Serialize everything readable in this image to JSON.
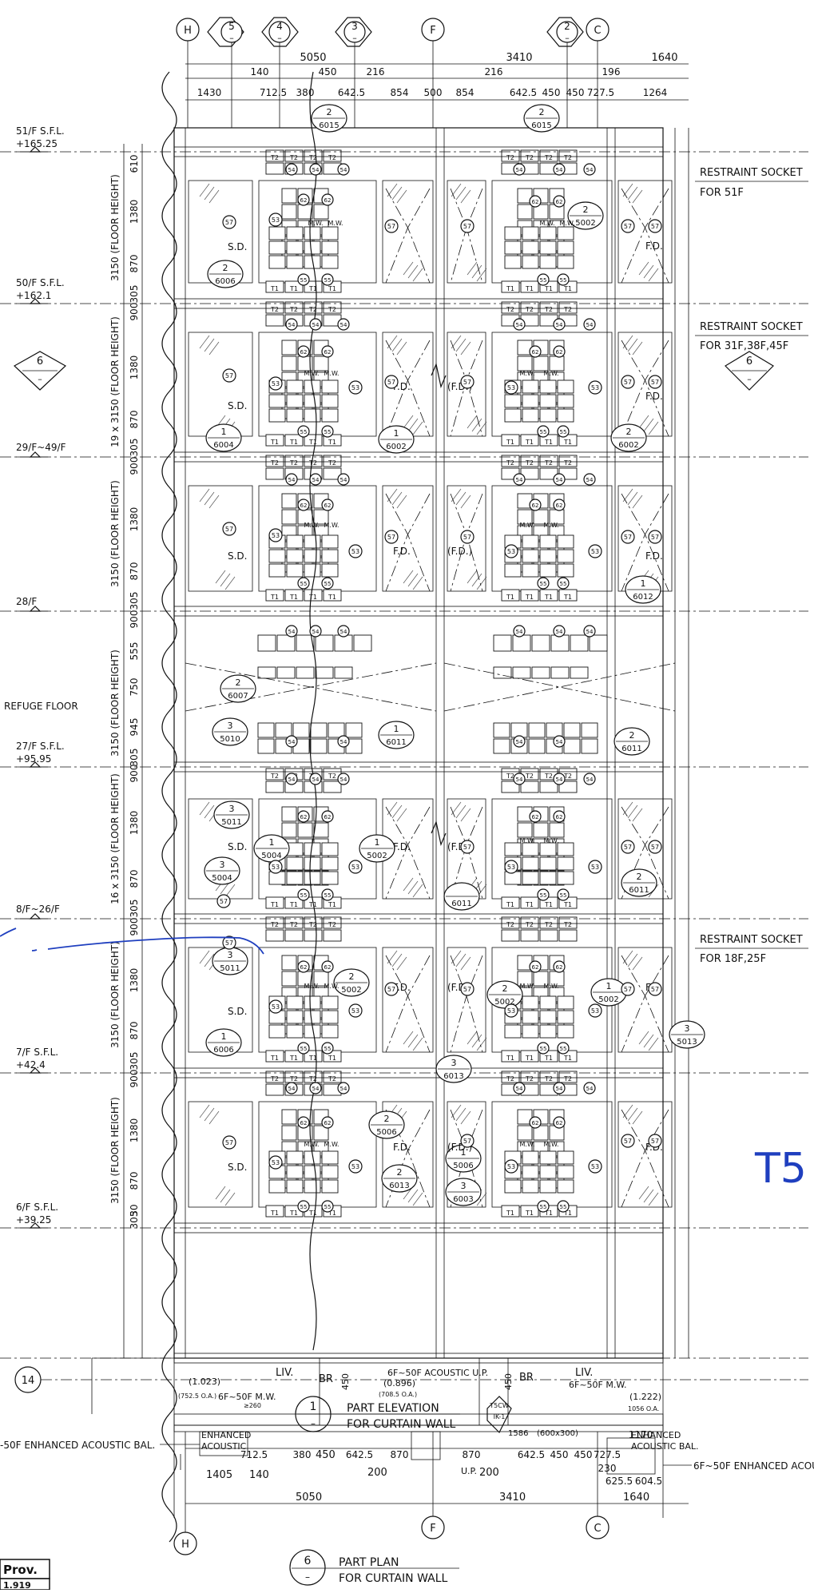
{
  "grid": {
    "top": [
      {
        "id": "grid-h-top",
        "label": "H"
      },
      {
        "id": "grid-5",
        "label": "5",
        "sub": "–"
      },
      {
        "id": "grid-4",
        "label": "4",
        "sub": "–"
      },
      {
        "id": "grid-3",
        "label": "3",
        "sub": "–"
      },
      {
        "id": "grid-f-top",
        "label": "F"
      },
      {
        "id": "grid-2",
        "label": "2",
        "sub": "–"
      },
      {
        "id": "grid-c-top",
        "label": "C"
      }
    ],
    "bottom": [
      {
        "id": "grid-h-bottom",
        "label": "H"
      },
      {
        "id": "grid-f-bottom",
        "label": "F"
      },
      {
        "id": "grid-c-bottom",
        "label": "C"
      }
    ],
    "row": {
      "label": "14"
    }
  },
  "dims": {
    "top_overall": [
      "5050",
      "3410",
      "1640"
    ],
    "top_row2": [
      "140",
      "450",
      "216",
      "216",
      "196"
    ],
    "top_row3": [
      "1430",
      "712.5",
      "380",
      "642.5",
      "854",
      "500",
      "854",
      "642.5",
      "450",
      "450",
      "727.5",
      "1264"
    ],
    "vertical": [
      "610",
      "1380",
      "870",
      "305",
      "900",
      "1380",
      "870",
      "305",
      "900",
      "1380",
      "870",
      "305",
      "900",
      "555",
      "750",
      "945",
      "305",
      "900",
      "1380",
      "870",
      "305",
      "900",
      "1380",
      "870",
      "305",
      "900",
      "1380",
      "870",
      "30",
      "305"
    ],
    "floor_heights": [
      "3150 (FLOOR HEIGHT)",
      "19 x 3150 (FLOOR HEIGHT)",
      "3150 (FLOOR HEIGHT)",
      "3150 (FLOOR HEIGHT)",
      "16 x 3150 (FLOOR HEIGHT)",
      "3150 (FLOOR HEIGHT)",
      "3150 (FLOOR HEIGHT)"
    ],
    "plan_bottom": [
      "1405",
      "140",
      "450",
      "200",
      "200",
      "5050",
      "3410",
      "1640"
    ],
    "plan_row": [
      "712.5",
      "380",
      "642.5",
      "870",
      "870",
      "642.5",
      "450",
      "450",
      "727.5",
      "230",
      "625.5",
      "604.5",
      "1170"
    ]
  },
  "levels": [
    {
      "id": "level-51f",
      "line1": "51/F S.F.L.",
      "line2": "+165.25"
    },
    {
      "id": "level-50f",
      "line1": "50/F S.F.L.",
      "line2": "+162.1"
    },
    {
      "id": "level-29-49f",
      "line1": "29/F~49/F",
      "line2": ""
    },
    {
      "id": "level-28f",
      "line1": "28/F",
      "line2": ""
    },
    {
      "id": "level-refuge",
      "line0": "REFUGE FLOOR",
      "line1": "27/F S.F.L.",
      "line2": "+95.95"
    },
    {
      "id": "level-8-26f",
      "line1": "8/F~26/F",
      "line2": ""
    },
    {
      "id": "level-7f",
      "line1": "7/F S.F.L.",
      "line2": "+42.4"
    },
    {
      "id": "level-6f",
      "line1": "6/F S.F.L.",
      "line2": "+39.25"
    }
  ],
  "notes": {
    "restraint_1": [
      "RESTRAINT SOCKET",
      "FOR 51F"
    ],
    "restraint_2": [
      "RESTRAINT SOCKET",
      "FOR 31F,38F,45F"
    ],
    "restraint_3": [
      "RESTRAINT SOCKET",
      "FOR 18F,25F"
    ],
    "left_plan": "-50F ENHANCED ACOUSTIC BAL.",
    "right_plan": "6F~50F ENHANCED ACOU",
    "plan_liv1": "LIV.",
    "plan_liv2": "LIV.",
    "plan_br1": "BR",
    "plan_br2": "BR",
    "plan_acoustic_up": "6F~50F ACOUSTIC U.P.",
    "plan_mw1": "6F~50F M.W.",
    "plan_mw2": "6F~50F M.W.",
    "plan_1023": "(1.023)",
    "plan_7525": "(752.5 O.A.)",
    "plan_260": "≥260",
    "plan_0896": "(0.896)",
    "plan_7085": "(708.5 O.A.)",
    "plan_1222": "(1.222)",
    "plan_1056": "1056 O.A.",
    "plan_enh_left": [
      "ENHANCED",
      "ACOUSTIC"
    ],
    "plan_enh_right": [
      "ENHANCED",
      "ACOUSTIC BAL."
    ],
    "plan_up": "U.P.",
    "plan_1586": "1586",
    "plan_600": "(600x300)",
    "plan_450": "450"
  },
  "tags": {
    "sd": "S.D.",
    "fd": "F.D.",
    "fd_paren": "(F.D.)",
    "mw": "M.W.",
    "t1": "T1",
    "t2": "T2",
    "c57": "57",
    "c53": "53",
    "c54": "54",
    "c55": "55",
    "c62": "62"
  },
  "callouts": [
    {
      "id": "callout-6015-a",
      "top": "2",
      "bottom": "6015"
    },
    {
      "id": "callout-6015-b",
      "top": "2",
      "bottom": "6015"
    },
    {
      "id": "callout-5002-a",
      "top": "2",
      "bottom": "5002"
    },
    {
      "id": "callout-6006-a",
      "top": "2",
      "bottom": "6006"
    },
    {
      "id": "callout-6004-a",
      "top": "1",
      "bottom": "6004"
    },
    {
      "id": "callout-6002-a",
      "top": "1",
      "bottom": "6002"
    },
    {
      "id": "callout-6002-b",
      "top": "2",
      "bottom": "6002"
    },
    {
      "id": "callout-6012",
      "top": "1",
      "bottom": "6012"
    },
    {
      "id": "callout-6007",
      "top": "2",
      "bottom": "6007"
    },
    {
      "id": "callout-5010",
      "top": "3",
      "bottom": "5010"
    },
    {
      "id": "callout-6011-a",
      "top": "1",
      "bottom": "6011"
    },
    {
      "id": "callout-6011-b",
      "top": "2",
      "bottom": "6011"
    },
    {
      "id": "callout-5011-a",
      "top": "3",
      "bottom": "5011"
    },
    {
      "id": "callout-5004-a",
      "top": "1",
      "bottom": "5004"
    },
    {
      "id": "callout-5004-b",
      "top": "3",
      "bottom": "5004"
    },
    {
      "id": "callout-5002-b",
      "top": "1",
      "bottom": "5002"
    },
    {
      "id": "callout-6011-c",
      "top": "",
      "bottom": "6011"
    },
    {
      "id": "callout-6011-d",
      "top": "2",
      "bottom": "6011"
    },
    {
      "id": "callout-5011-b",
      "top": "3",
      "bottom": "5011"
    },
    {
      "id": "callout-5002-c",
      "top": "2",
      "bottom": "5002"
    },
    {
      "id": "callout-5002-d",
      "top": "2",
      "bottom": "5002"
    },
    {
      "id": "callout-5002-e",
      "top": "1",
      "bottom": "5002"
    },
    {
      "id": "callout-5013",
      "top": "3",
      "bottom": "5013"
    },
    {
      "id": "callout-6006-b",
      "top": "1",
      "bottom": "6006"
    },
    {
      "id": "callout-6013-a",
      "top": "3",
      "bottom": "6013"
    },
    {
      "id": "callout-5006-a",
      "top": "2",
      "bottom": "5006"
    },
    {
      "id": "callout-5006-b",
      "top": "1",
      "bottom": "5006"
    },
    {
      "id": "callout-6013-b",
      "top": "2",
      "bottom": "6013"
    },
    {
      "id": "callout-6003",
      "top": "3",
      "bottom": "6003"
    }
  ],
  "section_marker": {
    "top": "6",
    "bottom": "–"
  },
  "titles": {
    "elevation_num": "1",
    "elevation_sub": "–",
    "elevation_line1": "PART ELEVATION",
    "elevation_line2": "FOR CURTAIN WALL",
    "elevation_tag_top": "T5CW",
    "elevation_tag_bottom": "IK-1",
    "plan_num": "6",
    "plan_sub": "–",
    "plan_line1": "PART PLAN",
    "plan_line2": "FOR CURTAIN WALL"
  },
  "prov": {
    "label": "Prov.",
    "value": "1.919"
  },
  "handwriting": "T5"
}
